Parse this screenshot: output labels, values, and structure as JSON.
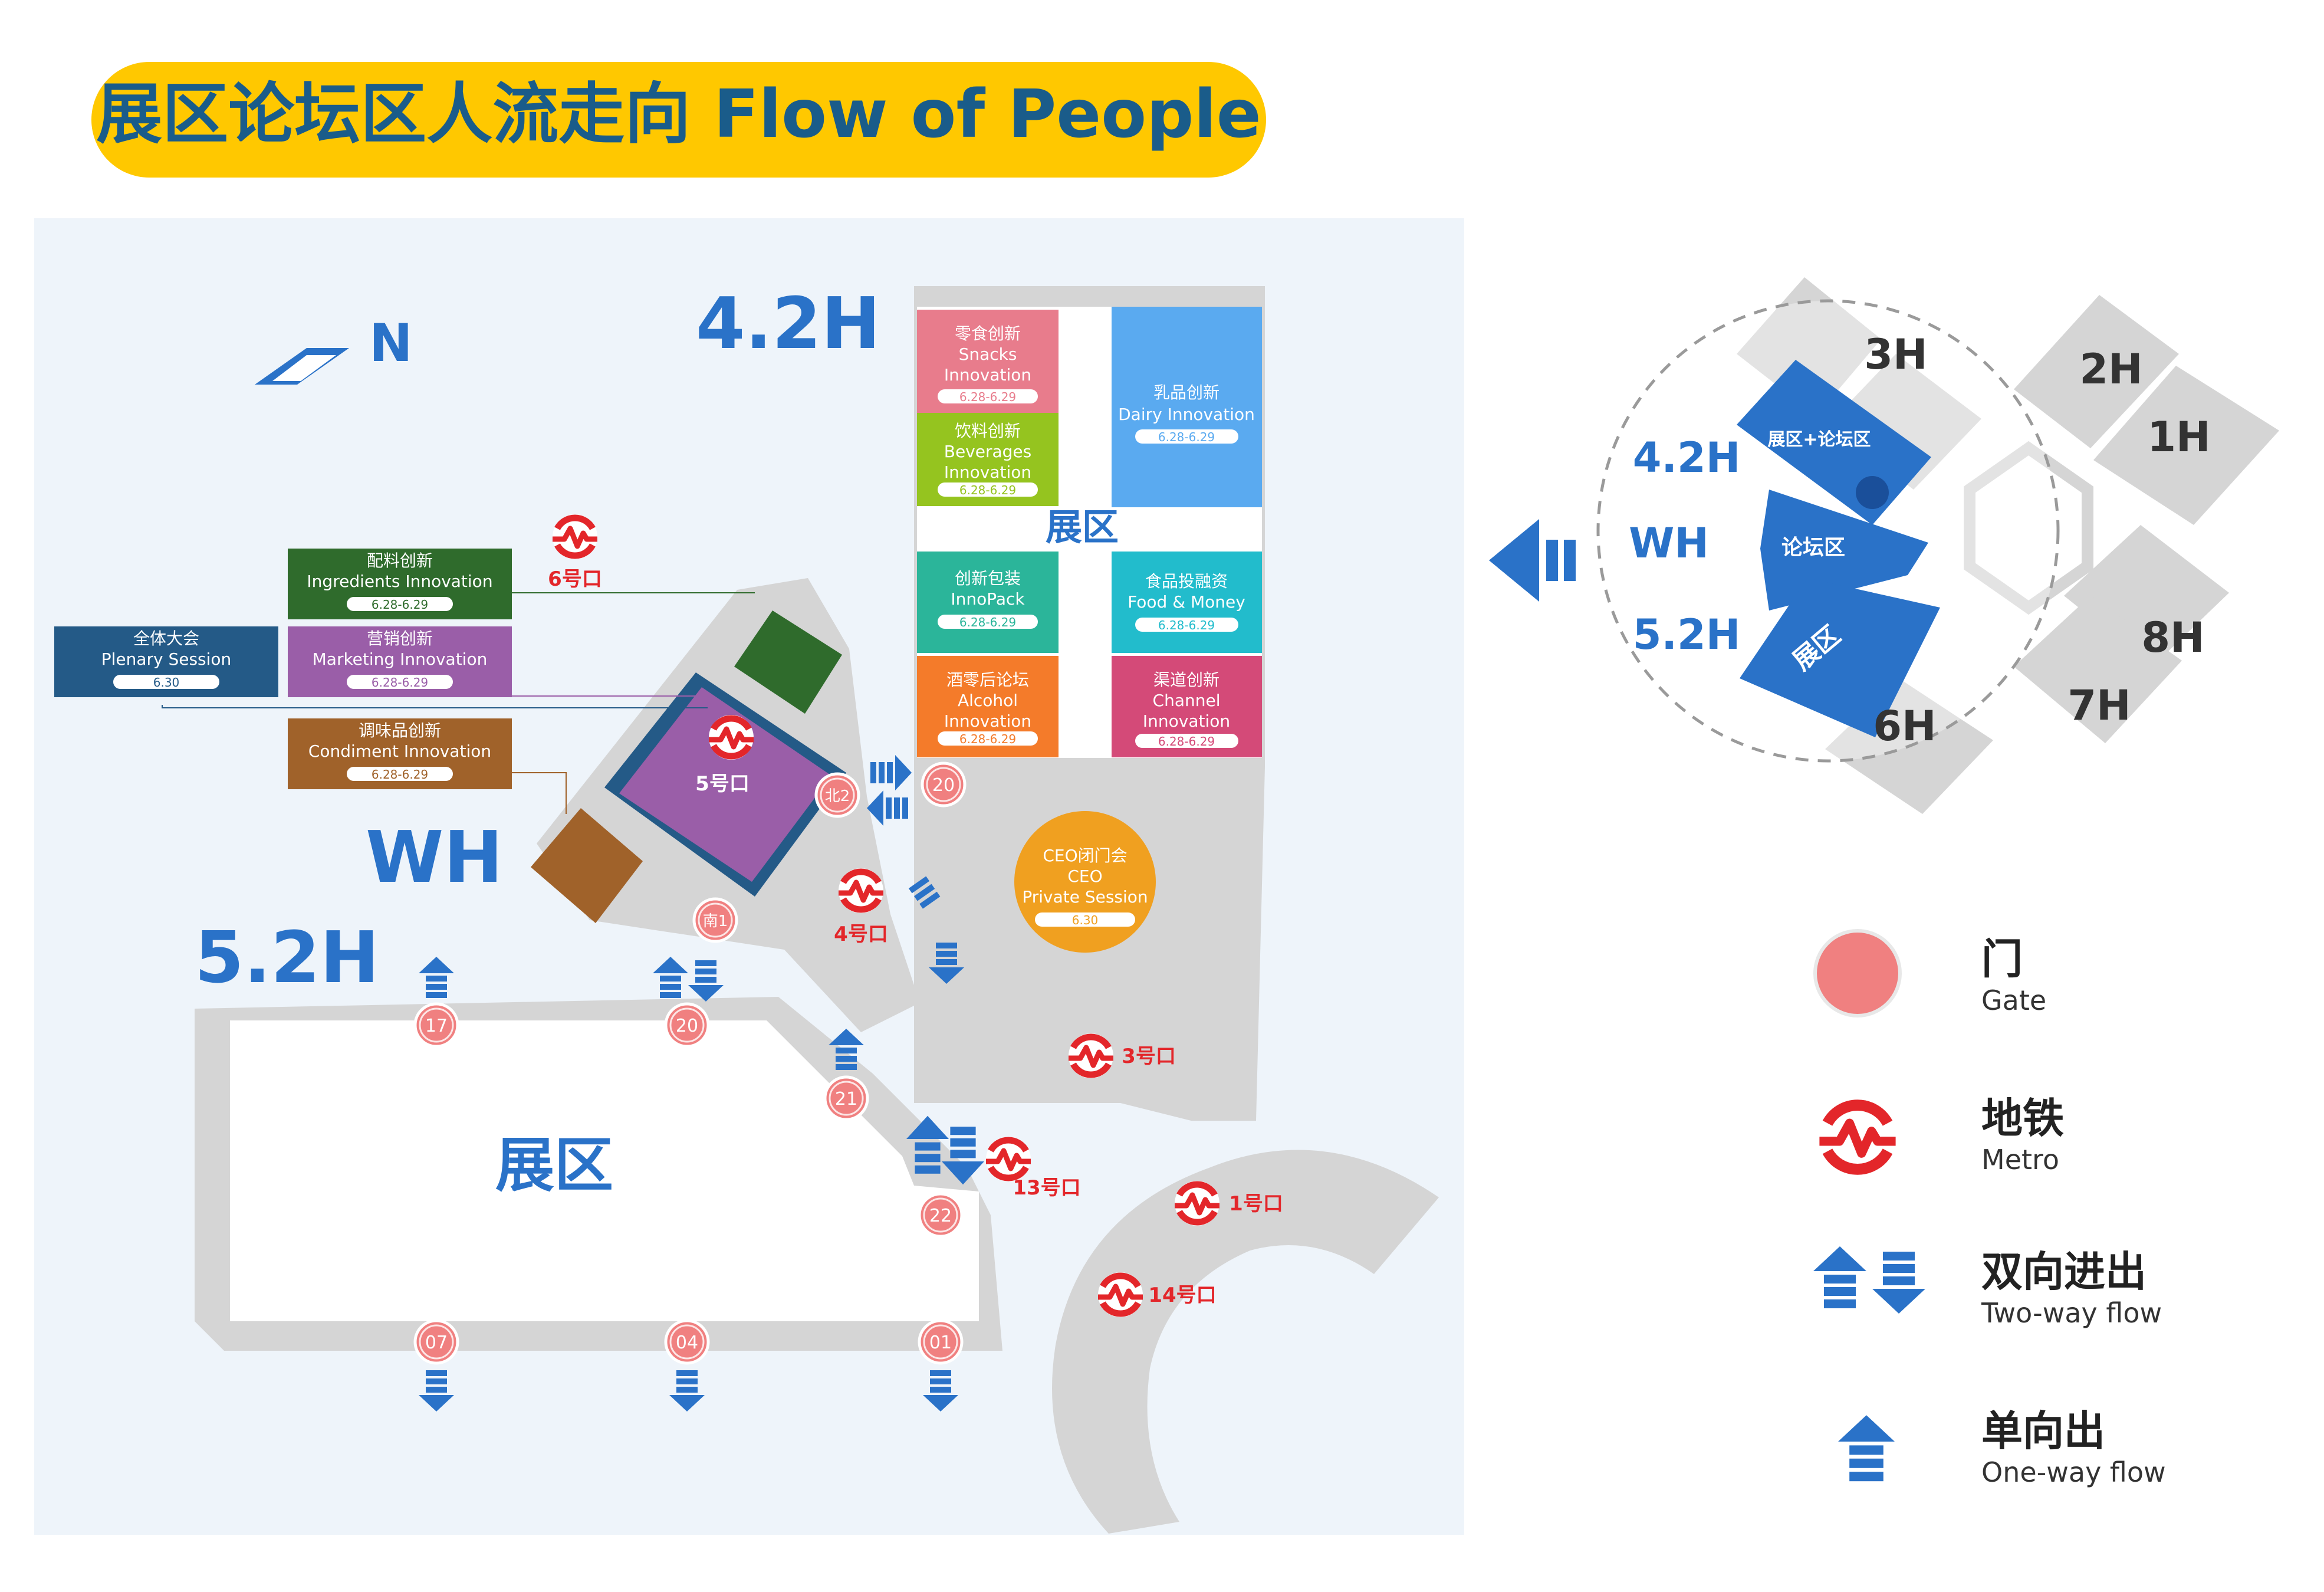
{
  "title": "展区论坛区人流走向  Flow of People",
  "colors": {
    "title_bg": "#ffc800",
    "title_text": "#1a5c8a",
    "map_bg": "#eef4fa",
    "building": "#d5d5d5",
    "hall_label": "#2a72c8",
    "arrow": "#2a72c8",
    "gate": "#f08080",
    "metro": "#e3262a"
  },
  "compass": {
    "label": "N"
  },
  "halls": {
    "h42": "4.2H",
    "wh": "WH",
    "h52": "5.2H"
  },
  "zones": {
    "main_expo_42": "展区",
    "main_expo_52": "展区"
  },
  "booths": [
    {
      "cn": "零食创新",
      "en1": "Snacks",
      "en2": "Innovation",
      "date": "6.28-6.29",
      "color": "#e87c8c"
    },
    {
      "cn": "乳品创新",
      "en1": "Dairy Innovation",
      "en2": "",
      "date": "6.28-6.29",
      "color": "#5aaaf0"
    },
    {
      "cn": "饮料创新",
      "en1": "Beverages",
      "en2": "Innovation",
      "date": "6.28-6.29",
      "color": "#95c41f"
    },
    {
      "cn": "创新包装",
      "en1": "InnoPack",
      "en2": "",
      "date": "6.28-6.29",
      "color": "#2bb59a"
    },
    {
      "cn": "食品投融资",
      "en1": "Food & Money",
      "en2": "",
      "date": "6.28-6.29",
      "color": "#22bccc"
    },
    {
      "cn": "酒零后论坛",
      "en1": "Alcohol",
      "en2": "Innovation",
      "date": "6.28-6.29",
      "color": "#f47b2a"
    },
    {
      "cn": "渠道创新",
      "en1": "Channel",
      "en2": "Innovation",
      "date": "6.28-6.29",
      "color": "#d44a78"
    }
  ],
  "forums": [
    {
      "cn": "配料创新",
      "en": "Ingredients Innovation",
      "date": "6.28-6.29",
      "color": "#2f6b2c"
    },
    {
      "cn": "全体大会",
      "en": "Plenary Session",
      "date": "6.30",
      "color": "#245a87"
    },
    {
      "cn": "营销创新",
      "en": "Marketing Innovation",
      "date": "6.28-6.29",
      "color": "#9a5ea8"
    },
    {
      "cn": "调味品创新",
      "en": "Condiment Innovation",
      "date": "6.28-6.29",
      "color": "#a0622a"
    }
  ],
  "ceo": {
    "cn": "CEO闭门会",
    "en1": "CEO",
    "en2": "Private Session",
    "date": "6.30",
    "color": "#f0a020"
  },
  "metros": [
    "6号口",
    "5号口",
    "4号口",
    "3号口",
    "13号口",
    "1号口",
    "14号口"
  ],
  "gates": [
    "北2",
    "20",
    "南1",
    "17",
    "20",
    "21",
    "22",
    "07",
    "04",
    "01"
  ],
  "overview": {
    "halls": [
      "3H",
      "2H",
      "1H",
      "8H",
      "7H",
      "6H",
      "4.2H",
      "WH",
      "5.2H"
    ],
    "zone_top": "展区+论坛区",
    "zone_mid": "论坛区",
    "zone_bottom": "展区"
  },
  "legend": [
    {
      "cn": "门",
      "en": "Gate",
      "icon": "gate-icon"
    },
    {
      "cn": "地铁",
      "en": "Metro",
      "icon": "metro-icon"
    },
    {
      "cn": "双向进出",
      "en": "Two-way flow",
      "icon": "two-way-arrow-icon"
    },
    {
      "cn": "单向出",
      "en": "One-way flow",
      "icon": "one-way-arrow-icon"
    }
  ]
}
